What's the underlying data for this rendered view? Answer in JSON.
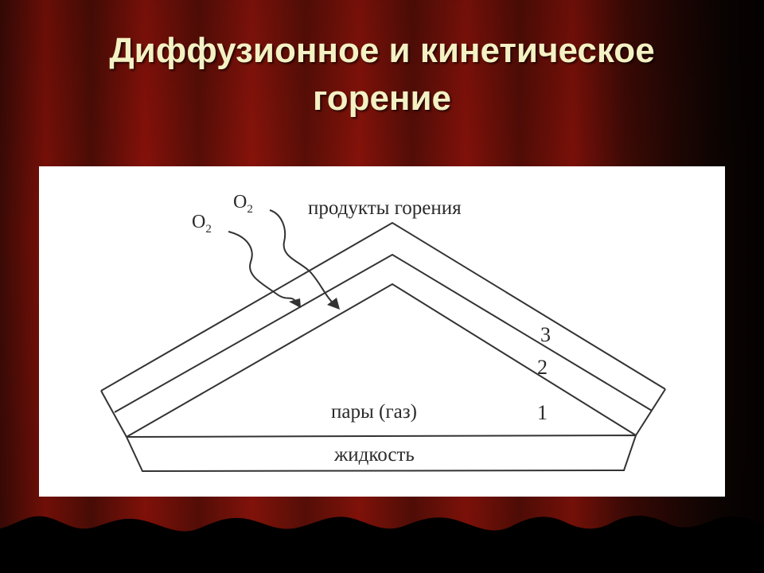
{
  "slide": {
    "title_line1": "Диффузионное и кинетическое",
    "title_line2": "горение",
    "title_color": "#f4f1c4"
  },
  "diagram": {
    "label_products": "продукты горения",
    "label_vapors": "пары (газ)",
    "label_liquid": "жидкость",
    "oxygen_1": "O",
    "oxygen_1_sub": "2",
    "oxygen_2": "O",
    "oxygen_2_sub": "2",
    "zone_1": "1",
    "zone_2": "2",
    "zone_3": "3"
  }
}
